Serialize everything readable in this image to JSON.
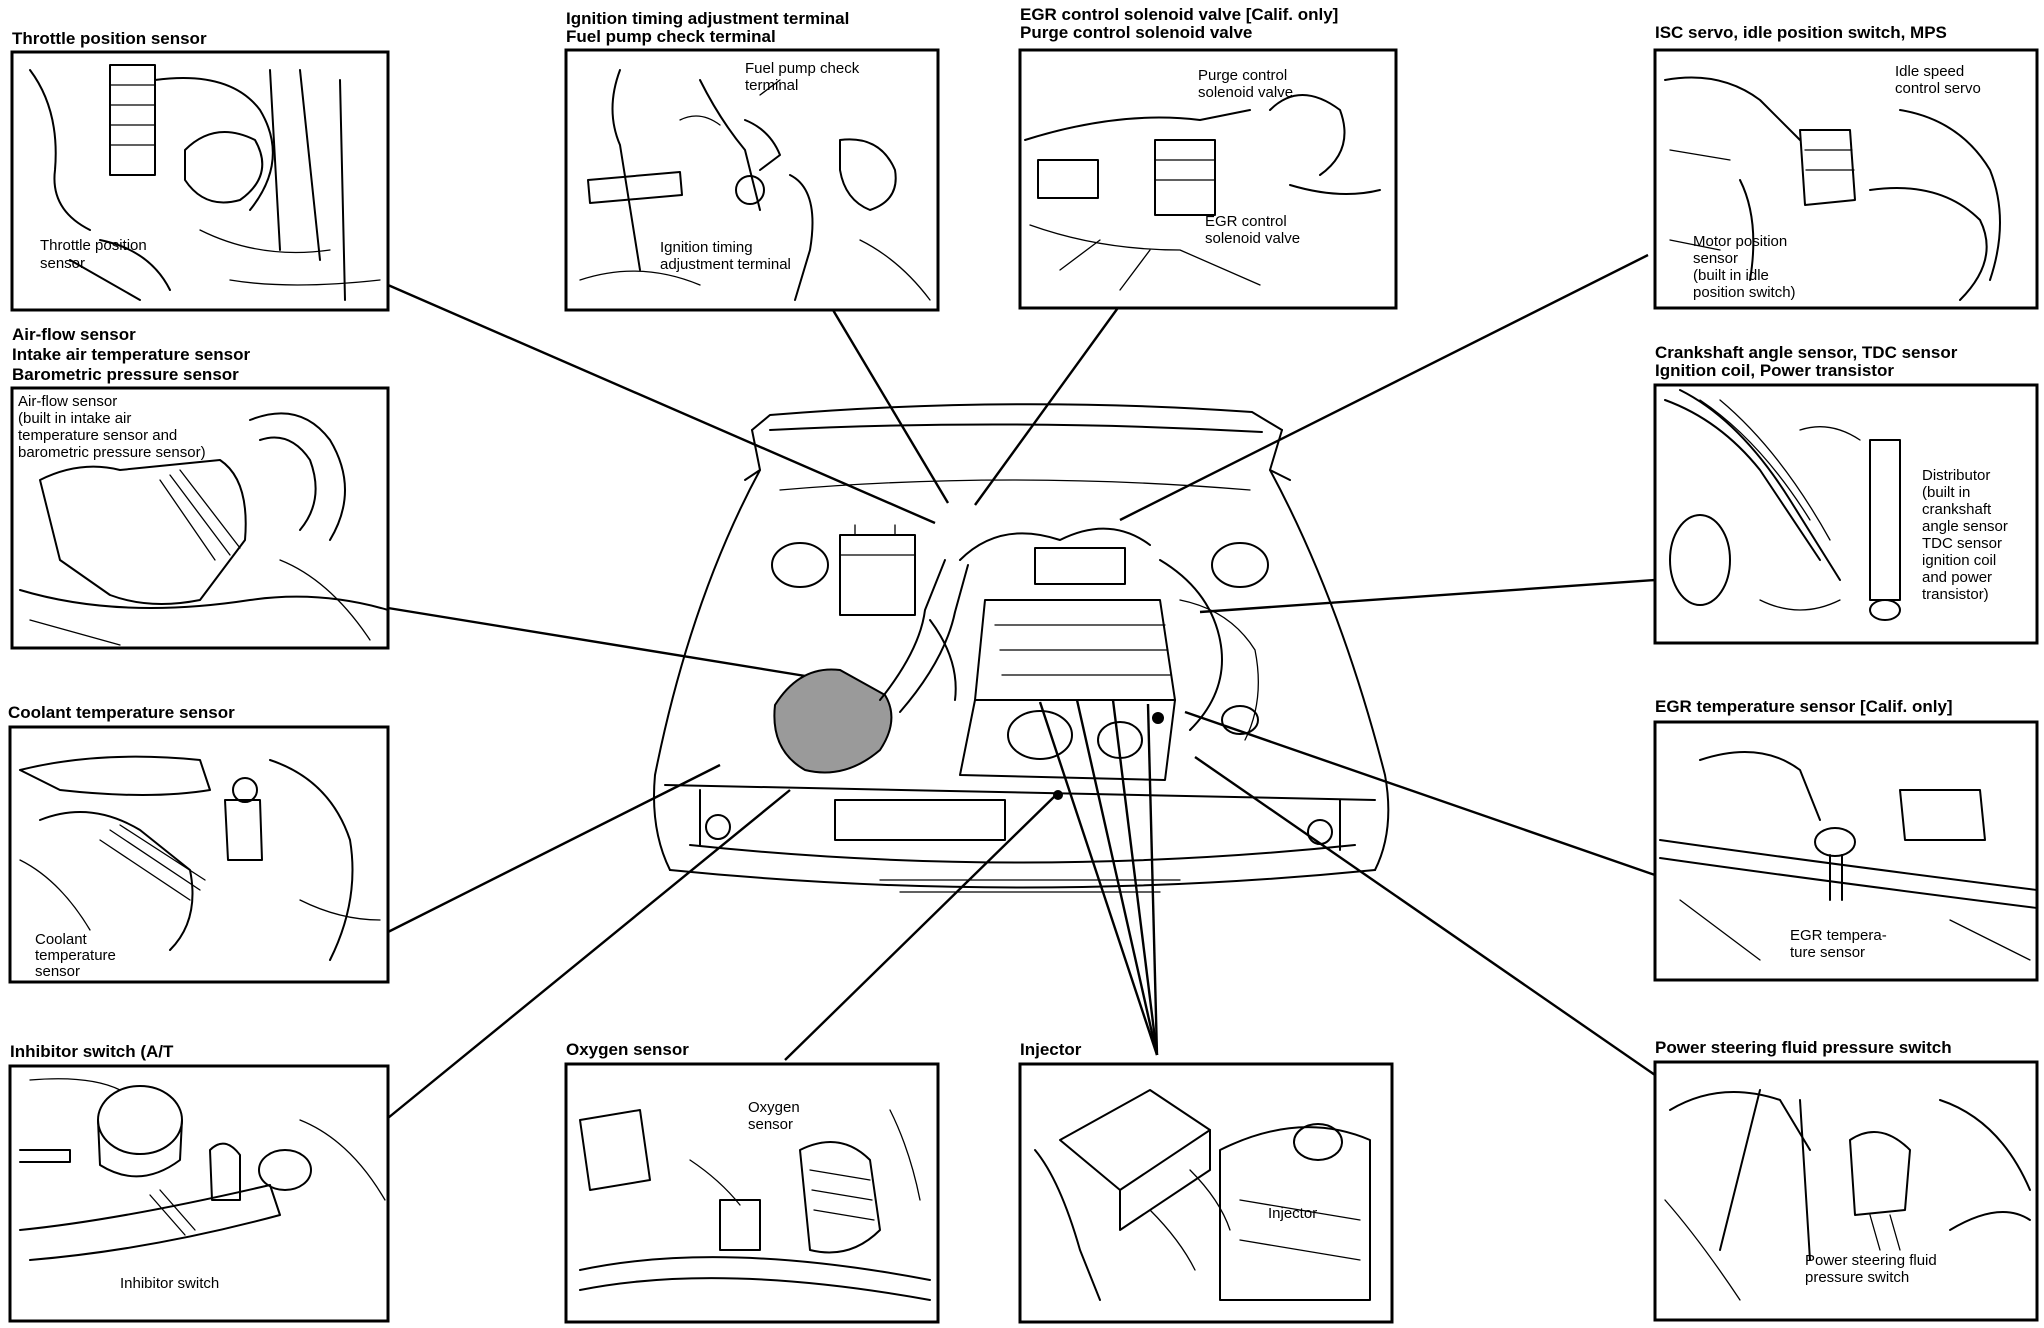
{
  "panels": [
    {
      "id": "throttle-position-sensor",
      "title": [
        "Throttle position sensor"
      ],
      "label": [
        "Throttle position",
        "sensor"
      ]
    },
    {
      "id": "air-flow-sensor",
      "title": [
        "Air-flow sensor",
        "Intake air temperature sensor",
        "Barometric pressure sensor"
      ],
      "label": [
        "Air-flow sensor",
        "(built in intake air",
        "temperature sensor and",
        "barometric pressure sensor)"
      ]
    },
    {
      "id": "coolant-temperature-sensor",
      "title": [
        "Coolant temperature sensor"
      ],
      "label": [
        "Coolant",
        "temperature",
        "sensor"
      ]
    },
    {
      "id": "inhibitor-switch",
      "title": [
        "Inhibitor switch (A/T"
      ],
      "label": [
        "Inhibitor switch"
      ]
    },
    {
      "id": "ignition-timing-terminal",
      "title": [
        "Ignition timing adjustment terminal",
        "Fuel pump check terminal"
      ],
      "label": [
        "Fuel pump check",
        "terminal"
      ],
      "label2": [
        "Ignition timing",
        "adjustment terminal"
      ]
    },
    {
      "id": "egr-control-solenoid",
      "title": [
        "EGR control solenoid valve [Calif. only]",
        "Purge control solenoid valve"
      ],
      "label": [
        "Purge control",
        "solenoid valve"
      ],
      "label2": [
        "EGR control",
        "solenoid valve"
      ]
    },
    {
      "id": "isc-servo",
      "title": [
        "ISC servo, idle position switch, MPS"
      ],
      "label": [
        "Idle speed",
        "control servo"
      ],
      "label2": [
        "Motor position",
        "sensor",
        "(built in idle",
        "position switch)"
      ]
    },
    {
      "id": "crankshaft-angle-sensor",
      "title": [
        "Crankshaft angle sensor, TDC sensor",
        "Ignition coil, Power transistor"
      ],
      "label": [
        "Distributor",
        "(built in",
        "crankshaft",
        "angle sensor",
        "TDC sensor",
        "ignition coil",
        "and power",
        "transistor)"
      ]
    },
    {
      "id": "egr-temperature-sensor",
      "title": [
        "EGR temperature sensor [Calif. only]"
      ],
      "label": [
        "EGR tempera-",
        "ture sensor"
      ]
    },
    {
      "id": "power-steering-switch",
      "title": [
        "Power steering fluid pressure switch"
      ],
      "label": [
        "Power steering fluid",
        "pressure switch"
      ]
    },
    {
      "id": "oxygen-sensor",
      "title": [
        "Oxygen sensor"
      ],
      "label": [
        "Oxygen",
        "sensor"
      ]
    },
    {
      "id": "injector",
      "title": [
        "Injector"
      ],
      "label": [
        "Injector"
      ]
    }
  ]
}
